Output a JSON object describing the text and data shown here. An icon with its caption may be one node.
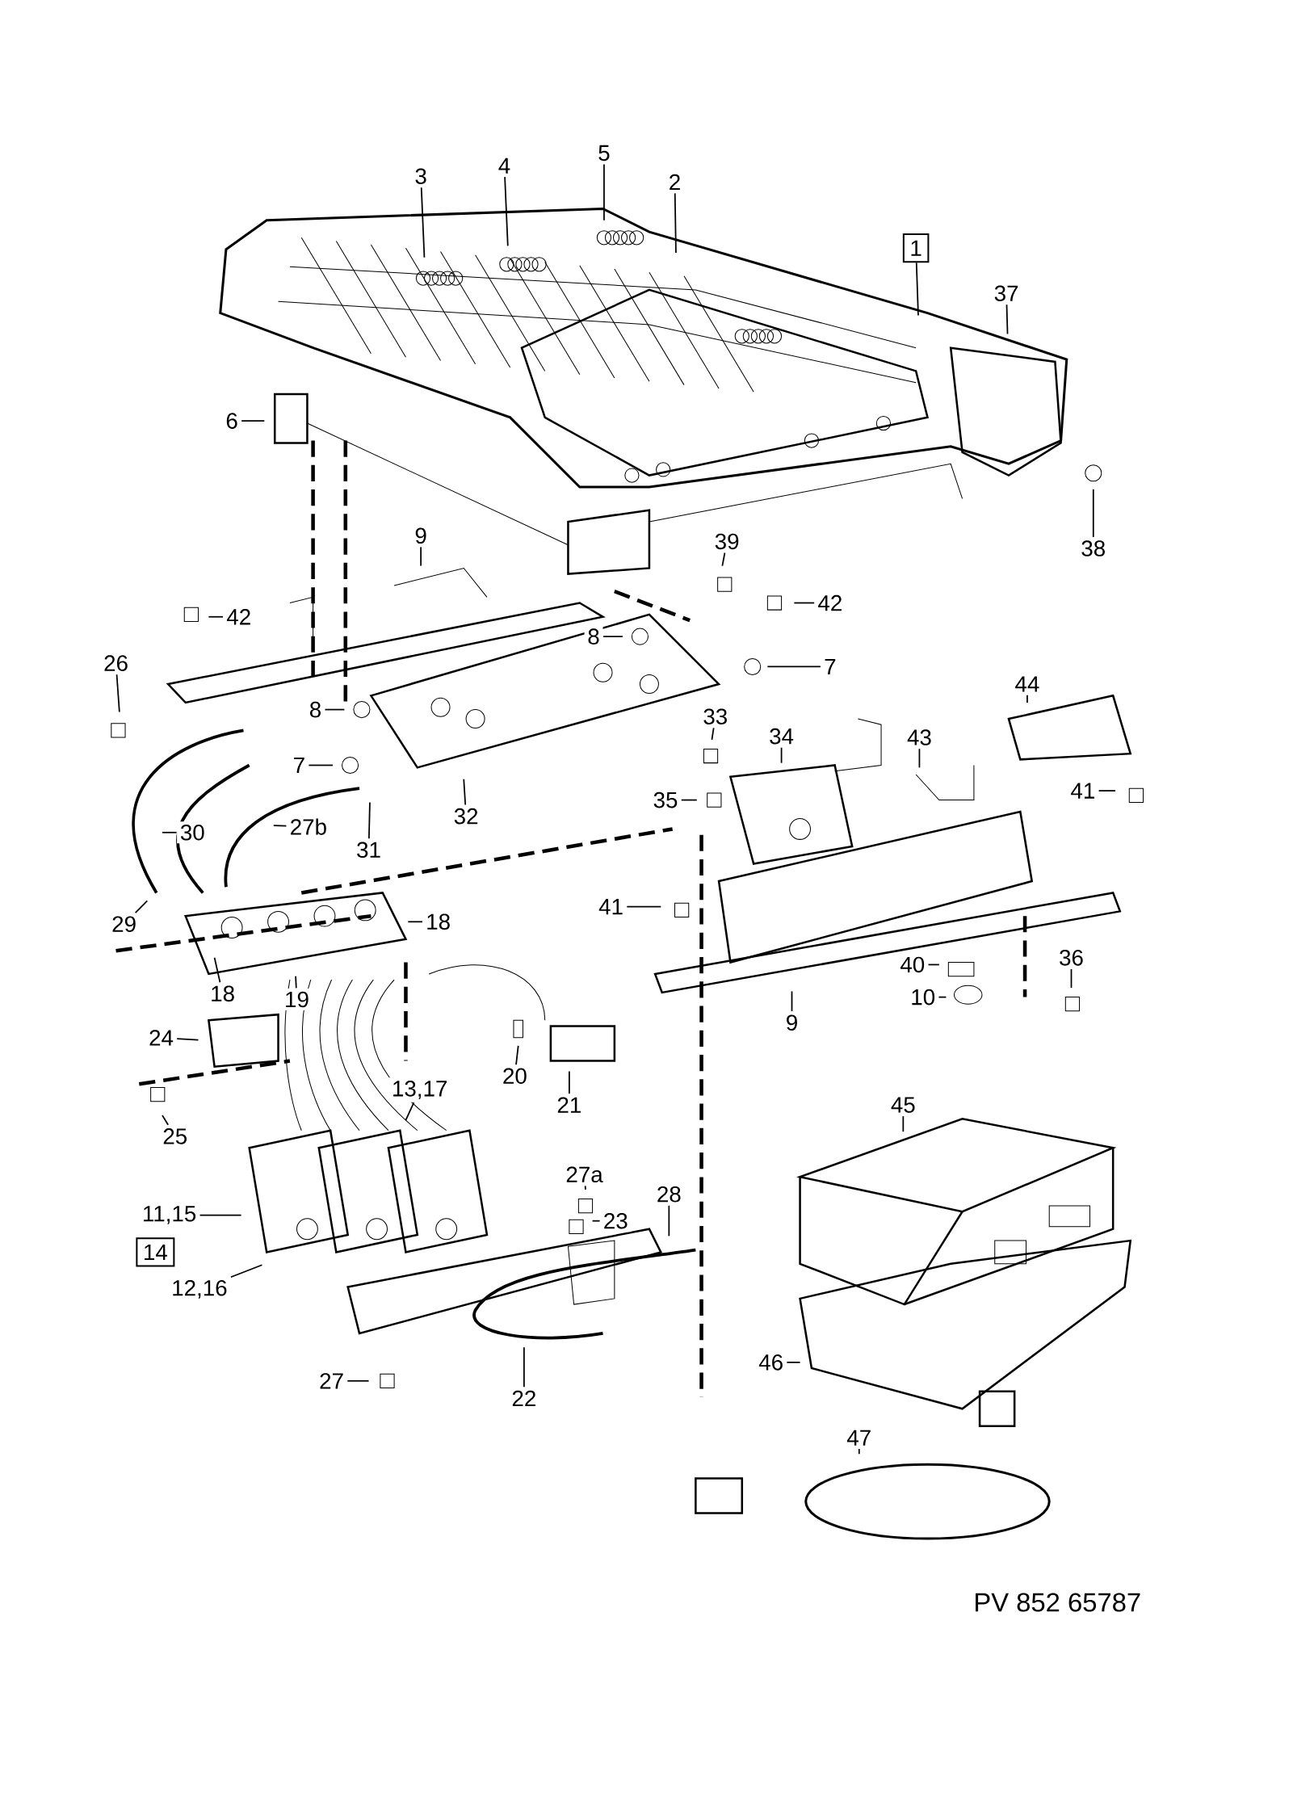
{
  "diagram": {
    "nodes": [
      {
        "text": [
          "3"
        ]
      },
      {
        "text": [
          "4"
        ]
      },
      {
        "text": [
          "5"
        ]
      },
      {
        "text": [
          "2"
        ]
      },
      {
        "text": [
          "1"
        ]
      },
      {
        "text": [
          "37"
        ]
      },
      {
        "text": [
          "6"
        ]
      },
      {
        "text": [
          "38"
        ]
      },
      {
        "text": [
          "9"
        ]
      },
      {
        "text": [
          "39"
        ]
      },
      {
        "text": [
          "42"
        ]
      },
      {
        "text": [
          "42"
        ]
      },
      {
        "text": [
          "26"
        ]
      },
      {
        "text": [
          "8"
        ]
      },
      {
        "text": [
          "8"
        ]
      },
      {
        "text": [
          "7"
        ]
      },
      {
        "text": [
          "7"
        ]
      },
      {
        "text": [
          "33"
        ]
      },
      {
        "text": [
          "44"
        ]
      },
      {
        "text": [
          "43"
        ]
      },
      {
        "text": [
          "34"
        ]
      },
      {
        "text": [
          "35"
        ]
      },
      {
        "text": [
          "41"
        ]
      },
      {
        "text": [
          "41"
        ]
      },
      {
        "text": [
          "32"
        ]
      },
      {
        "text": [
          "27b"
        ]
      },
      {
        "text": [
          "31"
        ]
      },
      {
        "text": [
          "30"
        ]
      },
      {
        "text": [
          "29"
        ]
      },
      {
        "text": [
          "18"
        ]
      },
      {
        "text": [
          "18"
        ]
      },
      {
        "text": [
          "19"
        ]
      },
      {
        "text": [
          "24"
        ]
      },
      {
        "text": [
          "20"
        ]
      },
      {
        "text": [
          "21"
        ]
      },
      {
        "text": [
          "9"
        ]
      },
      {
        "text": [
          "40"
        ]
      },
      {
        "text": [
          "10"
        ]
      },
      {
        "text": [
          "36"
        ]
      },
      {
        "text": [
          "13,17"
        ]
      },
      {
        "text": [
          "25"
        ]
      },
      {
        "text": [
          "45"
        ]
      },
      {
        "text": [
          "27a"
        ]
      },
      {
        "text": [
          "28"
        ]
      },
      {
        "text": [
          "11,15"
        ]
      },
      {
        "text": [
          "14"
        ]
      },
      {
        "text": [
          "23"
        ]
      },
      {
        "text": [
          "12,16"
        ]
      },
      {
        "text": [
          "46"
        ]
      },
      {
        "text": [
          "27"
        ]
      },
      {
        "text": [
          "22"
        ]
      },
      {
        "text": [
          "47"
        ]
      }
    ],
    "edges": [
      {
        "from": 0,
        "to": null,
        "arrow": "none"
      },
      {
        "from": 1,
        "to": null,
        "arrow": "none"
      },
      {
        "from": 2,
        "to": null,
        "arrow": "none"
      },
      {
        "from": 3,
        "to": null,
        "arrow": "none"
      },
      {
        "from": 4,
        "to": null,
        "arrow": "none"
      },
      {
        "from": 5,
        "to": null,
        "arrow": "none"
      },
      {
        "from": 6,
        "to": null,
        "arrow": "none"
      },
      {
        "from": 7,
        "to": null,
        "arrow": "none"
      },
      {
        "from": 8,
        "to": null,
        "arrow": "none"
      },
      {
        "from": 9,
        "to": null,
        "arrow": "none"
      },
      {
        "from": 10,
        "to": null,
        "arrow": "none"
      },
      {
        "from": 11,
        "to": null,
        "arrow": "none"
      },
      {
        "from": 12,
        "to": null,
        "arrow": "none"
      },
      {
        "from": 13,
        "to": null,
        "arrow": "none"
      },
      {
        "from": 14,
        "to": null,
        "arrow": "none"
      },
      {
        "from": 15,
        "to": null,
        "arrow": "none"
      },
      {
        "from": 16,
        "to": null,
        "arrow": "none"
      },
      {
        "from": 17,
        "to": null,
        "arrow": "none"
      },
      {
        "from": 18,
        "to": null,
        "arrow": "none"
      },
      {
        "from": 19,
        "to": null,
        "arrow": "none"
      },
      {
        "from": 20,
        "to": null,
        "arrow": "none"
      },
      {
        "from": 21,
        "to": null,
        "arrow": "none"
      },
      {
        "from": 22,
        "to": null,
        "arrow": "none"
      },
      {
        "from": 23,
        "to": null,
        "arrow": "none"
      },
      {
        "from": 24,
        "to": null,
        "arrow": "none"
      },
      {
        "from": 25,
        "to": null,
        "arrow": "none"
      },
      {
        "from": 26,
        "to": null,
        "arrow": "none"
      },
      {
        "from": 27,
        "to": null,
        "arrow": "none"
      },
      {
        "from": 28,
        "to": null,
        "arrow": "none"
      },
      {
        "from": 29,
        "to": null,
        "arrow": "none"
      },
      {
        "from": 30,
        "to": null,
        "arrow": "none"
      },
      {
        "from": 31,
        "to": null,
        "arrow": "none"
      },
      {
        "from": 32,
        "to": null,
        "arrow": "none"
      },
      {
        "from": 33,
        "to": null,
        "arrow": "none"
      },
      {
        "from": 34,
        "to": null,
        "arrow": "none"
      },
      {
        "from": 35,
        "to": null,
        "arrow": "none"
      },
      {
        "from": 36,
        "to": null,
        "arrow": "none"
      },
      {
        "from": 37,
        "to": null,
        "arrow": "none"
      },
      {
        "from": 38,
        "to": null,
        "arrow": "none"
      },
      {
        "from": 39,
        "to": null,
        "arrow": "none"
      },
      {
        "from": 40,
        "to": null,
        "arrow": "none"
      },
      {
        "from": 41,
        "to": null,
        "arrow": "none"
      },
      {
        "from": 42,
        "to": null,
        "arrow": "none"
      },
      {
        "from": 43,
        "to": null,
        "arrow": "none"
      },
      {
        "from": 44,
        "to": null,
        "arrow": "none"
      },
      {
        "from": 46,
        "to": null,
        "arrow": "none"
      },
      {
        "from": 47,
        "to": null,
        "arrow": "none"
      },
      {
        "from": 48,
        "to": null,
        "arrow": "none"
      },
      {
        "from": 49,
        "to": null,
        "arrow": "none"
      },
      {
        "from": 50,
        "to": null,
        "arrow": "none"
      },
      {
        "from": 51,
        "to": null,
        "arrow": "none"
      }
    ],
    "labels": [
      "PV 852 65787"
    ]
  }
}
